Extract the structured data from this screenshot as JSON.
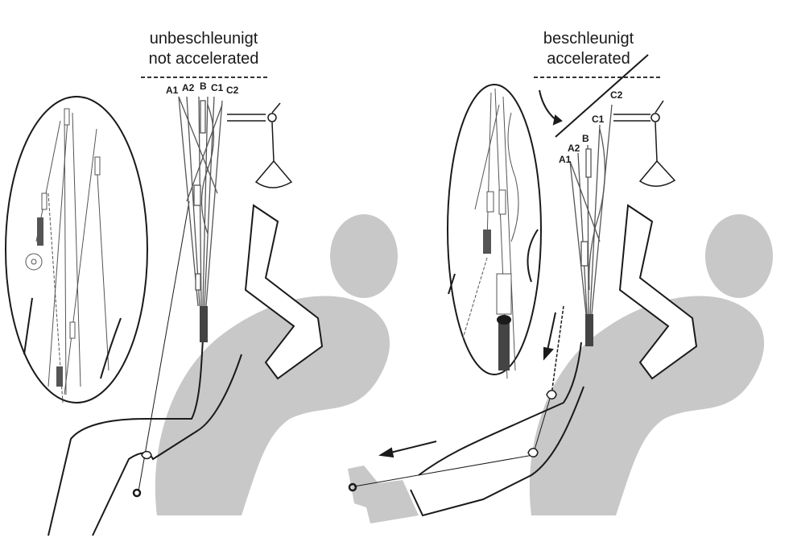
{
  "left": {
    "title_line1": "unbeschleunigt",
    "title_line2": "not accelerated",
    "risers": {
      "a1": "A1",
      "a2": "A2",
      "b": "B",
      "c1": "C1",
      "c2": "C2"
    }
  },
  "right": {
    "title_line1": "beschleunigt",
    "title_line2": "accelerated",
    "risers": {
      "a1": "A1",
      "a2": "A2",
      "b": "B",
      "c1": "C1",
      "c2": "C2"
    }
  },
  "colors": {
    "body_shape": "#c8c8c8",
    "outline": "#1a1a1a",
    "riser_dark": "#444444"
  }
}
